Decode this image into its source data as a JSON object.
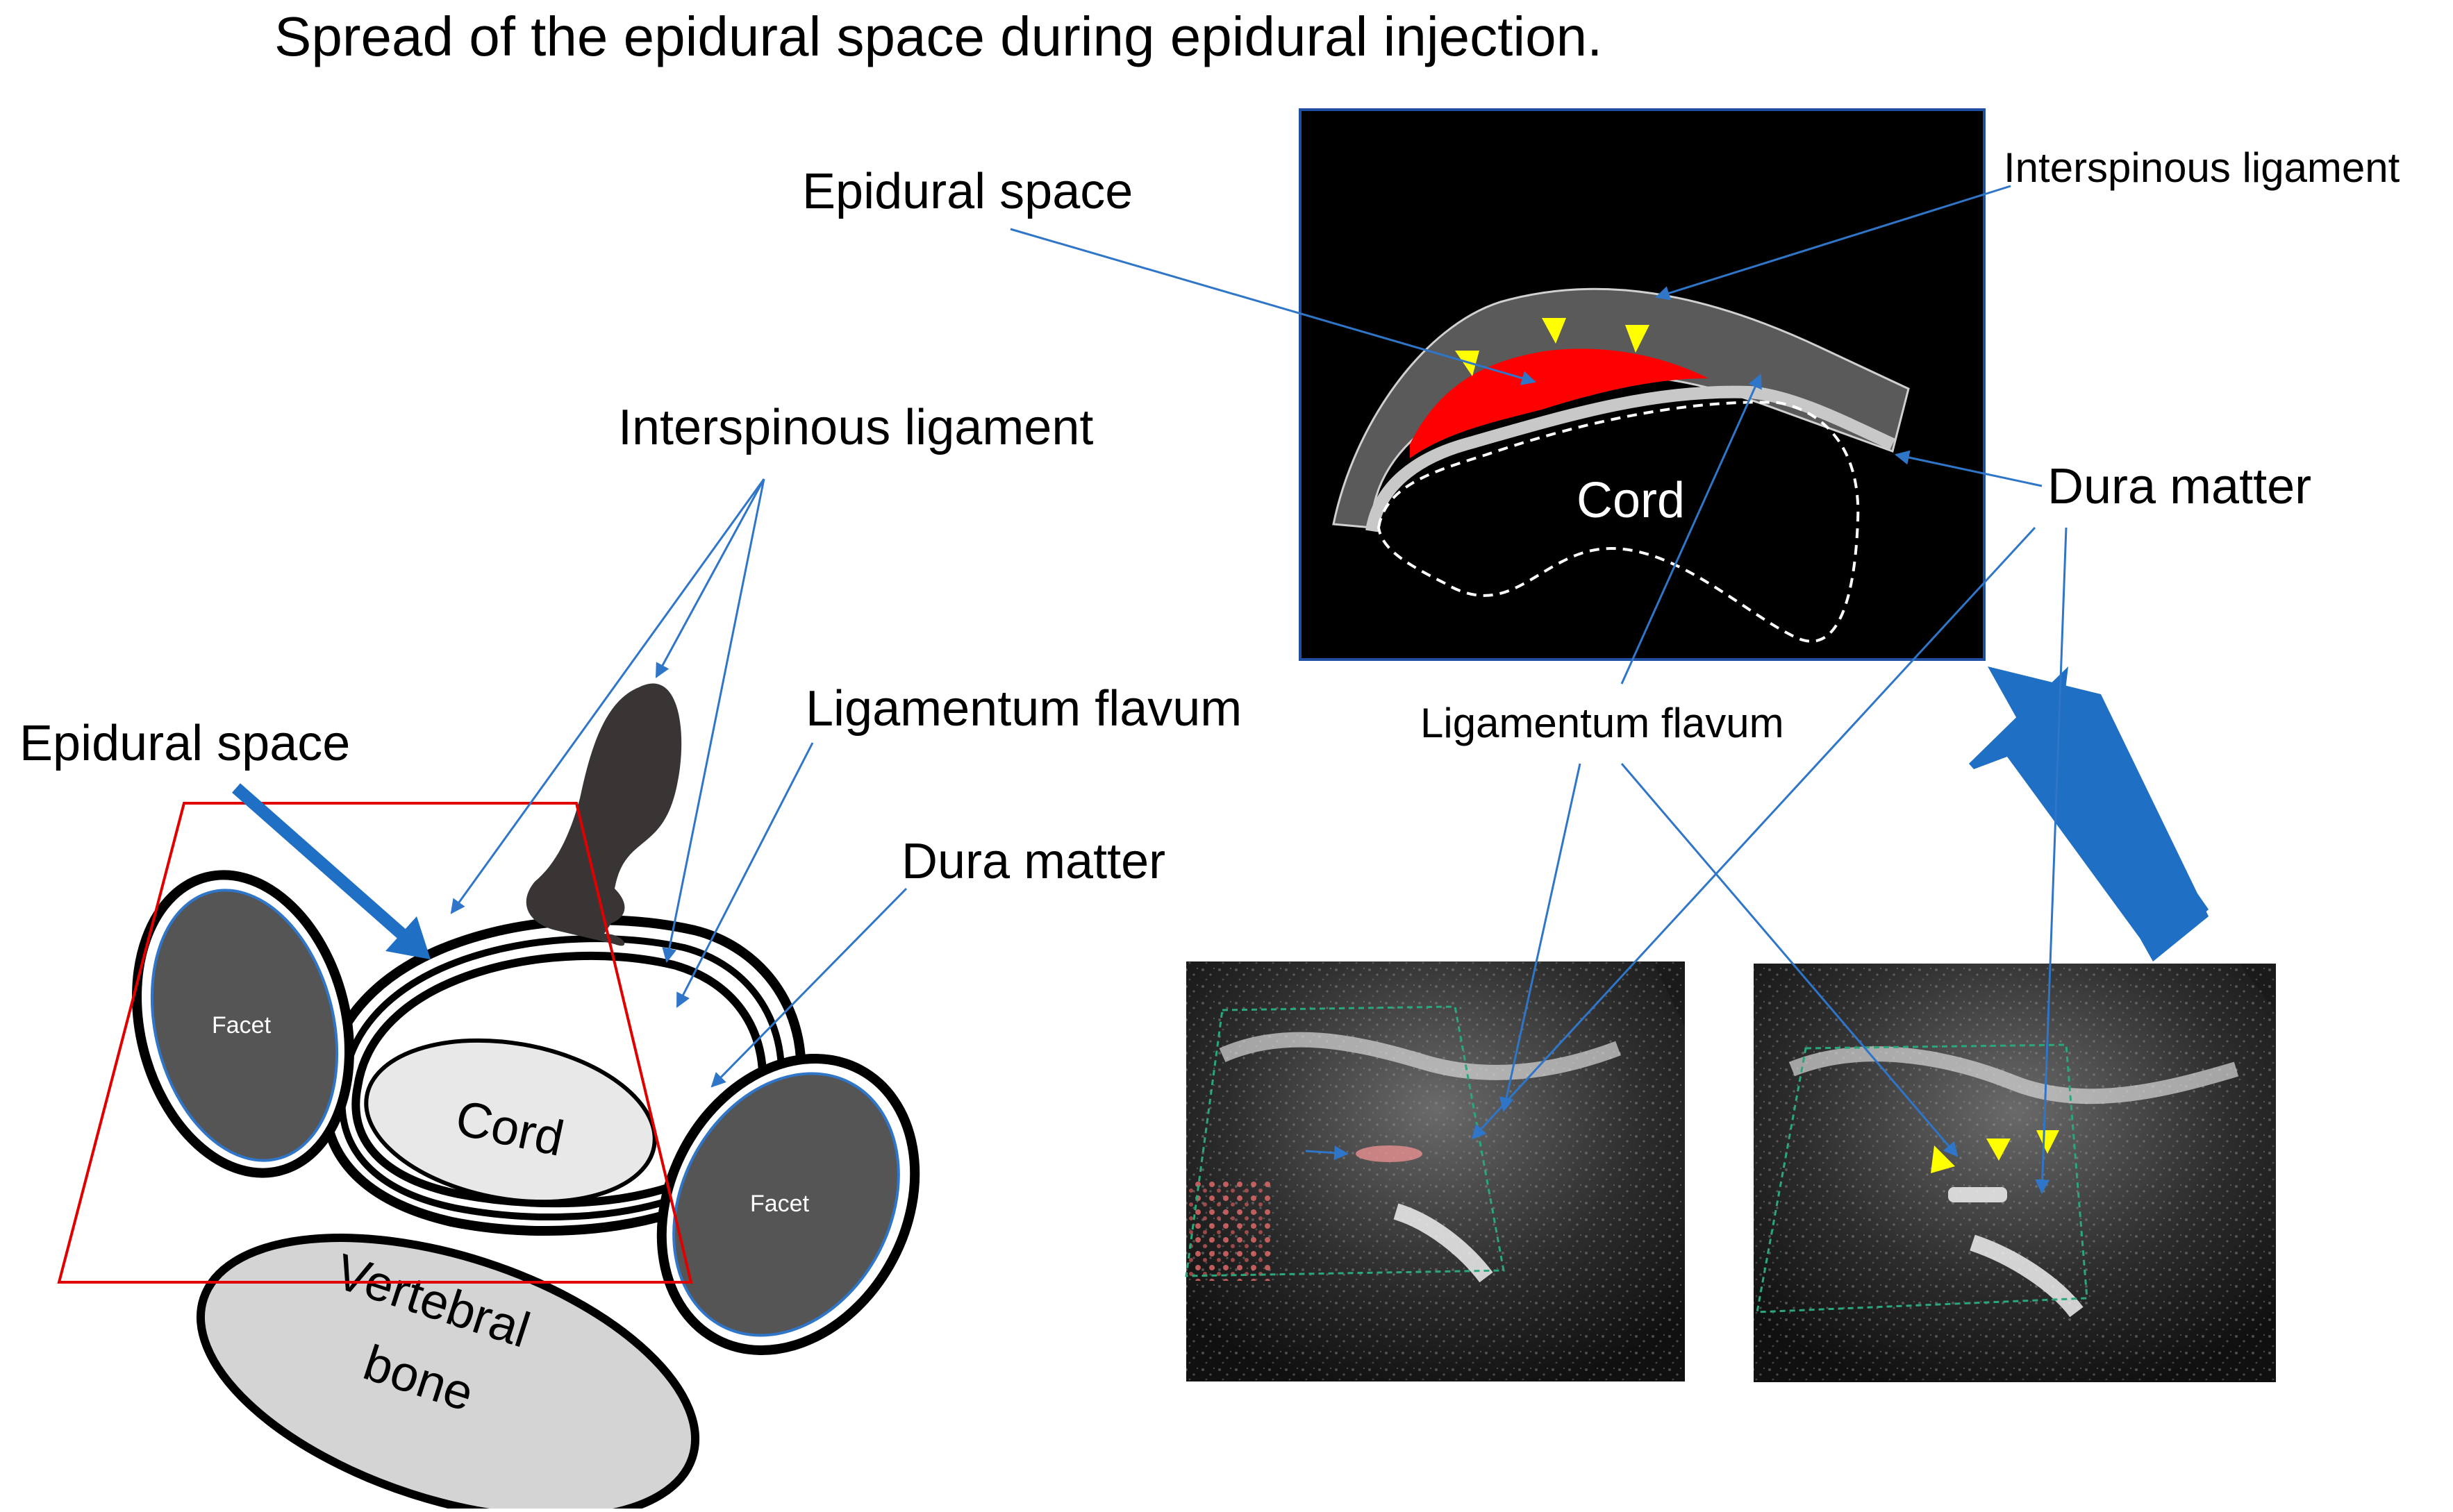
{
  "title": "Spread of the epidural space during epidural injection.",
  "left_diagram": {
    "labels": {
      "interspinous_ligament": "Interspinous ligament",
      "ligamentum_flavum": "Ligamentum flavum",
      "dura_matter": "Dura matter",
      "epidural_space": "Epidural space",
      "facet_left": "Facet",
      "facet_right": "Facet",
      "cord": "Cord",
      "vertebral_bone_line1": "Vertebral",
      "vertebral_bone_line2": "bone"
    }
  },
  "inset": {
    "labels": {
      "epidural_space": "Epidural space",
      "interspinous_ligament": "Interspinous ligament",
      "dura_matter": "Dura matter",
      "cord": "Cord",
      "ligamentum_flavum": "Ligamentum flavum"
    }
  },
  "colors": {
    "leader_line": "#2f75c8",
    "big_arrow": "#1f6fc4",
    "epidural_fill": "#ff0000",
    "marker_yellow": "#ffff00",
    "region_box": "#e00000",
    "facet_fill": "#555555"
  }
}
